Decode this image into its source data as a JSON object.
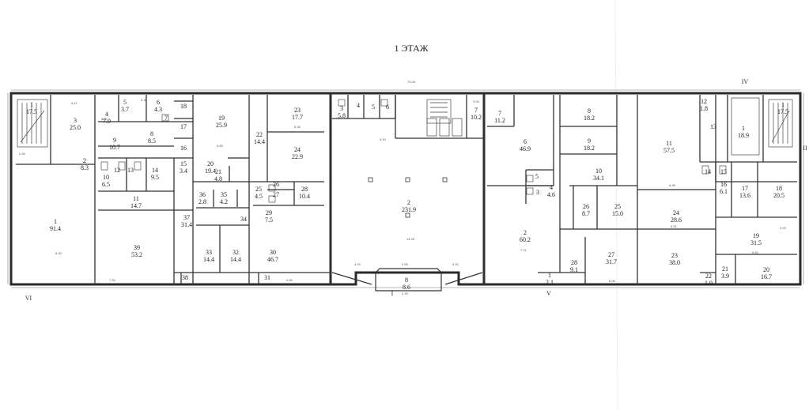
{
  "title": "1 ЭТАЖ",
  "overall_dimension": "70.26",
  "axes": [
    "I",
    "II",
    "IV",
    "V",
    "VI"
  ],
  "rooms": [
    {
      "n": "1",
      "area": "17.5"
    },
    {
      "n": "3",
      "area": "25.0"
    },
    {
      "n": "5",
      "area": "3.7"
    },
    {
      "n": "6",
      "area": "4.3"
    },
    {
      "n": "7",
      "area": ""
    },
    {
      "n": "18",
      "area": ""
    },
    {
      "n": "19",
      "area": "25.9"
    },
    {
      "n": "4",
      "area": "7.9"
    },
    {
      "n": "8",
      "area": "8.5"
    },
    {
      "n": "17",
      "area": ""
    },
    {
      "n": "9",
      "area": "10.7"
    },
    {
      "n": "16",
      "area": ""
    },
    {
      "n": "2",
      "area": "8.3"
    },
    {
      "n": "20",
      "area": "19.4"
    },
    {
      "n": "22",
      "area": "14.4"
    },
    {
      "n": "23",
      "area": "17.7"
    },
    {
      "n": "24",
      "area": "22.9"
    },
    {
      "n": "12",
      "area": ""
    },
    {
      "n": "13",
      "area": ""
    },
    {
      "n": "14",
      "area": "9.5"
    },
    {
      "n": "15",
      "area": "3.4"
    },
    {
      "n": "21",
      "area": "4.8"
    },
    {
      "n": "10",
      "area": "6.5"
    },
    {
      "n": "25",
      "area": "4.5"
    },
    {
      "n": "26",
      "area": ""
    },
    {
      "n": "28",
      "area": "10.4"
    },
    {
      "n": "11",
      "area": "14.7"
    },
    {
      "n": "36",
      "area": "2.8"
    },
    {
      "n": "35",
      "area": "4.2"
    },
    {
      "n": "27",
      "area": ""
    },
    {
      "n": "37",
      "area": "31.4"
    },
    {
      "n": "29",
      "area": "7.5"
    },
    {
      "n": "1",
      "area": "91.4"
    },
    {
      "n": "39",
      "area": "53.2"
    },
    {
      "n": "34",
      "area": ""
    },
    {
      "n": "33",
      "area": "14.4"
    },
    {
      "n": "32",
      "area": "14.4"
    },
    {
      "n": "30",
      "area": "46.7"
    },
    {
      "n": "38",
      "area": ""
    },
    {
      "n": "31",
      "area": ""
    },
    {
      "n": "3",
      "area": "5.8"
    },
    {
      "n": "4",
      "area": ""
    },
    {
      "n": "5",
      "area": ""
    },
    {
      "n": "6",
      "area": ""
    },
    {
      "n": "7",
      "area": "10.2"
    },
    {
      "n": "2",
      "area": "231.9"
    },
    {
      "n": "8",
      "area": "8.6"
    },
    {
      "n": "7",
      "area": "11.2"
    },
    {
      "n": "6",
      "area": "46.9"
    },
    {
      "n": "5",
      "area": ""
    },
    {
      "n": "4",
      "area": "4.6"
    },
    {
      "n": "3",
      "area": ""
    },
    {
      "n": "2",
      "area": "60.2"
    },
    {
      "n": "1",
      "area": "2.1"
    },
    {
      "n": "8",
      "area": "18.2"
    },
    {
      "n": "9",
      "area": "18.2"
    },
    {
      "n": "10",
      "area": "34.1"
    },
    {
      "n": "26",
      "area": "8.7"
    },
    {
      "n": "25",
      "area": "15.0"
    },
    {
      "n": "28",
      "area": "9.1"
    },
    {
      "n": "27",
      "area": "31.7"
    },
    {
      "n": "11",
      "area": "57.5"
    },
    {
      "n": "24",
      "area": "28.6"
    },
    {
      "n": "23",
      "area": "38.0"
    },
    {
      "n": "12",
      "area": "1.8"
    },
    {
      "n": "13",
      "area": ""
    },
    {
      "n": "1",
      "area": "18.9"
    },
    {
      "n": "1",
      "area": "17.5"
    },
    {
      "n": "14",
      "area": ""
    },
    {
      "n": "15",
      "area": ""
    },
    {
      "n": "16",
      "area": "6.1"
    },
    {
      "n": "17",
      "area": "13.6"
    },
    {
      "n": "18",
      "area": "20.5"
    },
    {
      "n": "19",
      "area": "31.5"
    },
    {
      "n": "21",
      "area": "3.9"
    },
    {
      "n": "22",
      "area": "1.9"
    },
    {
      "n": "20",
      "area": "16.7"
    }
  ],
  "dimensions": [
    "4.47",
    "5.87",
    "3.38",
    "9.20",
    "5.65",
    "4.95",
    "8.06",
    "7.25",
    "5.36",
    "14.93",
    "3.55",
    "7.21",
    "6.36",
    "5.91",
    "6.40",
    "3.93",
    "2.95",
    "3.59",
    "5.06",
    "4.32",
    "4.25",
    "2.39"
  ]
}
